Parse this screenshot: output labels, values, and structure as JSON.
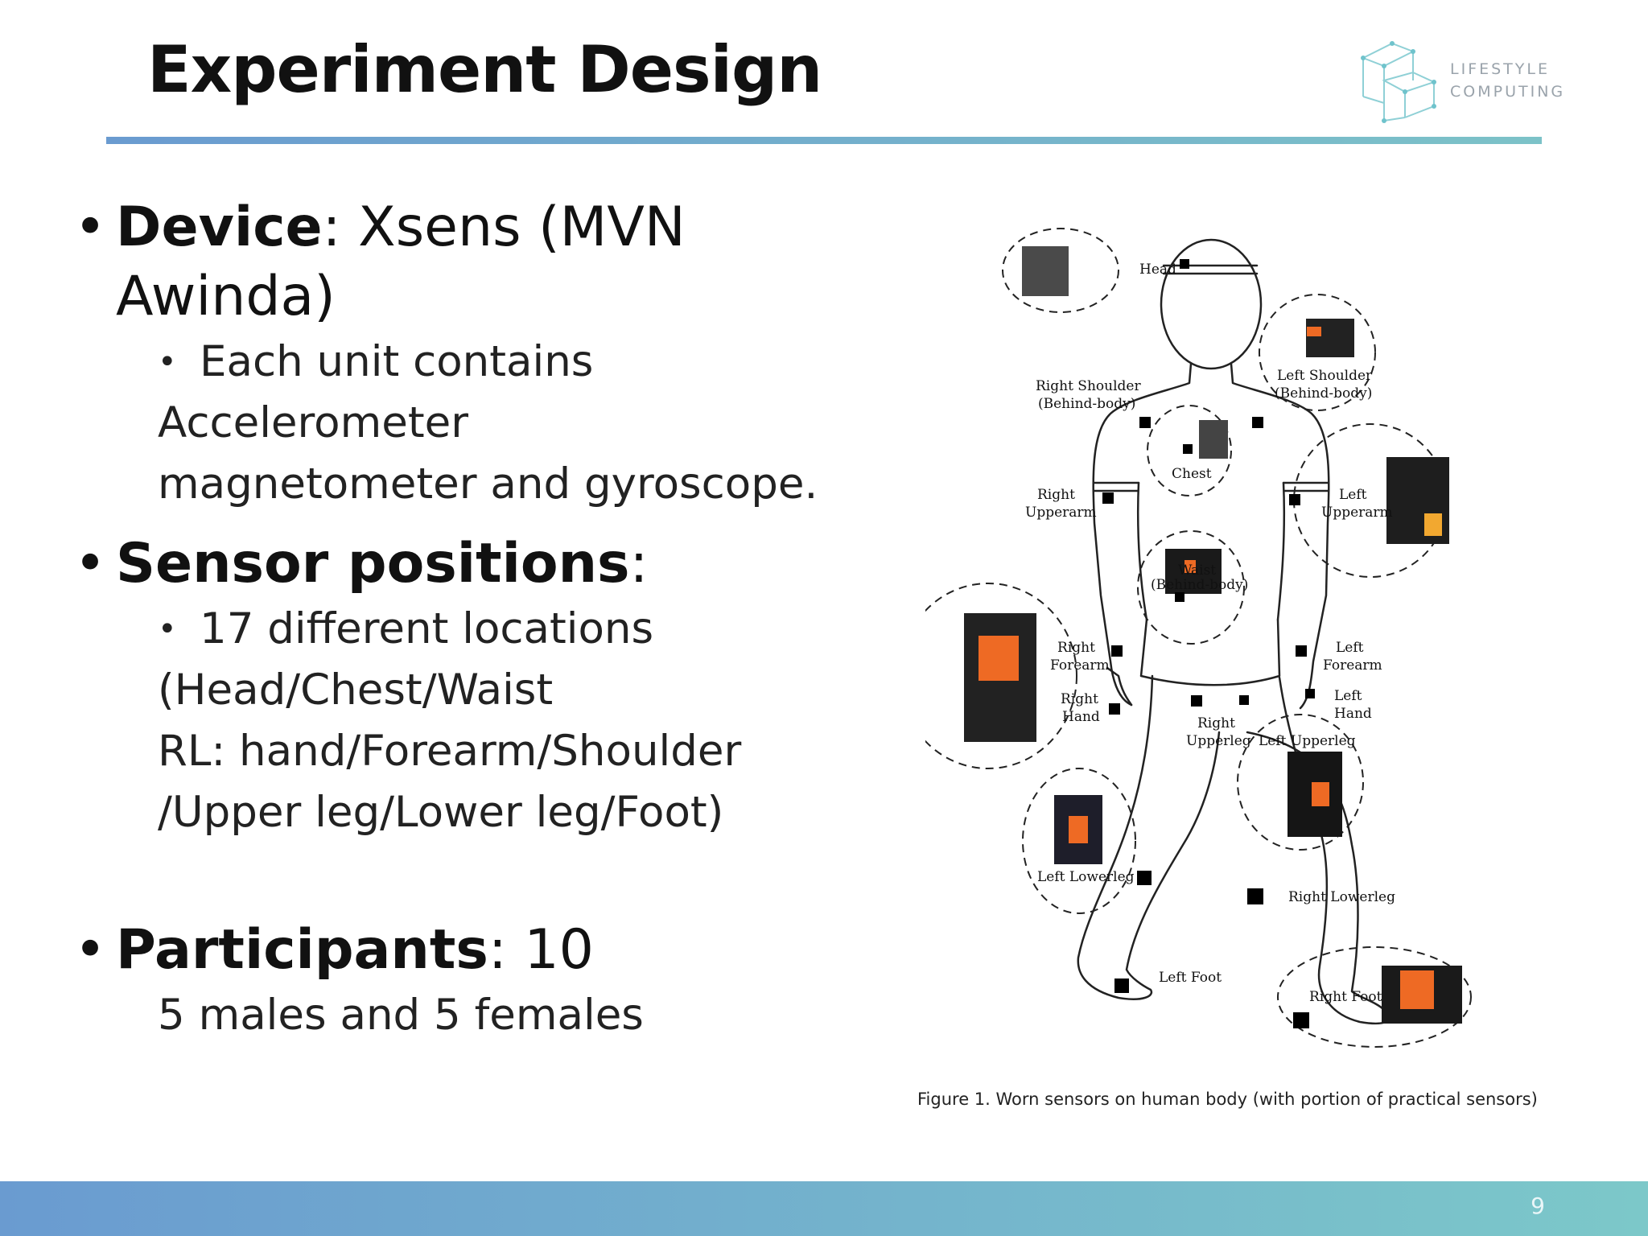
{
  "slide": {
    "title": "Experiment Design",
    "logo": {
      "line1": "LIFESTYLE",
      "line2": "COMPUTING"
    },
    "page_number": "9"
  },
  "bullets": {
    "device": {
      "label": "Device",
      "text": ": Xsens (MVN Awinda)",
      "sub_bullet": "Each unit contains",
      "sub_lines": [
        "Accelerometer",
        "magnetometer and gyroscope."
      ]
    },
    "sensor_positions": {
      "label": "Sensor positions",
      "text": ":",
      "sub_bullet": "17  different locations",
      "sub_lines": [
        "(Head/Chest/Waist",
        "RL: hand/Forearm/Shoulder",
        "/Upper leg/Lower leg/Foot)"
      ]
    },
    "participants": {
      "label": "Participants",
      "text": ": 10",
      "sub_lines": [
        "5 males and 5 females"
      ]
    }
  },
  "figure": {
    "caption": "Figure 1. Worn sensors on human body (with portion of practical sensors)",
    "labels": {
      "head": "Head",
      "right_shoulder_1": "Right Shoulder",
      "right_shoulder_2": "(Behind-body)",
      "left_shoulder_1": "Left Shoulder",
      "left_shoulder_2": "(Behind-body)",
      "chest": "Chest",
      "right_upperarm_1": "Right",
      "right_upperarm_2": "Upperarm",
      "left_upperarm_1": "Left",
      "left_upperarm_2": "Upperarm",
      "waist_1": "Waist",
      "waist_2": "(Behind-body)",
      "right_forearm_1": "Right",
      "right_forearm_2": "Forearm",
      "left_forearm_1": "Left",
      "left_forearm_2": "Forearm",
      "right_hand_1": "Right",
      "right_hand_2": "Hand",
      "left_hand_1": "Left",
      "left_hand_2": "Hand",
      "right_upperleg_1": "Right",
      "right_upperleg_2": "Upperleg",
      "left_upperleg": "Left Upperleg",
      "left_lowerleg": "Left Lowerleg",
      "right_lowerleg": "Right Lowerleg",
      "left_foot": "Left Foot",
      "right_foot": "Right Foot"
    }
  }
}
